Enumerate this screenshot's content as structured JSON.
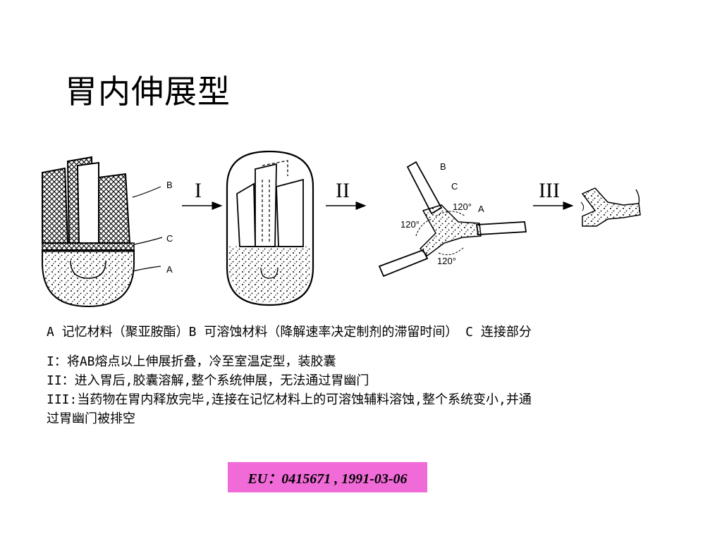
{
  "slide": {
    "title": "胃内伸展型",
    "diagram": {
      "step_labels": [
        "I",
        "II",
        "III"
      ],
      "part_labels": {
        "b": "B",
        "c": "C",
        "a": "A"
      },
      "angles": [
        "120°",
        "120°",
        "120°"
      ]
    },
    "legend": "A 记忆材料（聚亚胺酯）B 可溶蚀材料（降解速率决定制剂的滞留时间） C 连接部分",
    "steps": [
      "I：将AB熔点以上伸展折叠，冷至室温定型，装胶囊",
      "II：进入胃后,胶囊溶解,整个系统伸展，无法通过胃幽门",
      "III:当药物在胃内释放完毕,连接在记忆材料上的可溶蚀辅料溶蚀,整个系统变小,并通",
      "过胃幽门被排空"
    ],
    "patent": "EU：0415671 , 1991-03-06"
  }
}
